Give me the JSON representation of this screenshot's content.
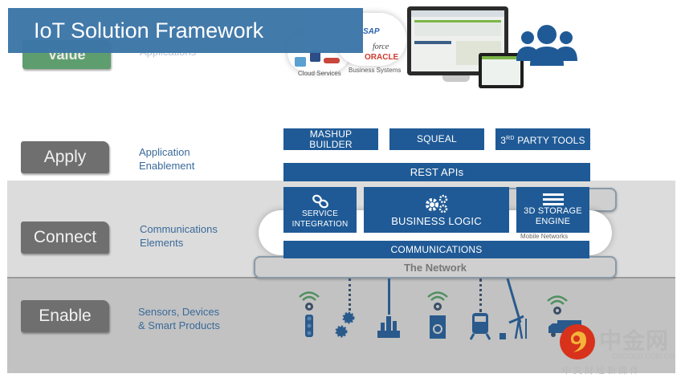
{
  "title": "IoT Solution Framework",
  "layers": [
    {
      "tab": "Value",
      "description_lines": [
        "Applications"
      ]
    },
    {
      "tab": "Apply",
      "description_lines": [
        "Application",
        "Enablement"
      ]
    },
    {
      "tab": "Connect",
      "description_lines": [
        "Communications",
        "Elements"
      ]
    },
    {
      "tab": "Enable",
      "description_lines": [
        "Sensors, Devices",
        "& Smart Products"
      ]
    }
  ],
  "applications": {
    "cloud_services_label": "Cloud Services",
    "business_systems_label": "Business Systems",
    "brands": [
      "SAP",
      "force",
      "ORACLE"
    ]
  },
  "apply_boxes": {
    "mashup": [
      "MASHUP",
      "BUILDER"
    ],
    "squeal": "SQUEAL",
    "third_party": {
      "prefix": "3",
      "sup": "RD",
      "suffix": " PARTY TOOLS"
    },
    "rest_apis": "REST APIs"
  },
  "connect_boxes": {
    "service_integration": [
      "SERVICE",
      "INTEGRATION"
    ],
    "business_logic": "BUSINESS LOGIC",
    "storage": [
      "3D STORAGE",
      "ENGINE"
    ],
    "communications": "COMMUNICATIONS",
    "mobile_networks": "Mobile Networks",
    "network": "The Network"
  },
  "devices": [
    {
      "name": "traffic-light",
      "link": "wireless"
    },
    {
      "name": "gears",
      "link": "dotted"
    },
    {
      "name": "factory",
      "link": "wired"
    },
    {
      "name": "washing-machine",
      "link": "wireless"
    },
    {
      "name": "train",
      "link": "dotted"
    },
    {
      "name": "oil-pump",
      "link": "wired"
    },
    {
      "name": "truck",
      "link": "wireless"
    }
  ],
  "watermark": {
    "brand_cn": "中金网",
    "domain": "CNGOLD.COM.CN",
    "tagline_cn": "中 文 财 经 新 媒 体"
  },
  "colors": {
    "title_blue": "#3c76a8",
    "box_blue": "#1f5a96",
    "tab_gray": "#6f6f6f",
    "value_green": "#5e9e6e",
    "desc_blue": "#3a6a9a",
    "wifi_green": "#4f8f5f",
    "watermark_red": "#d8321c"
  }
}
